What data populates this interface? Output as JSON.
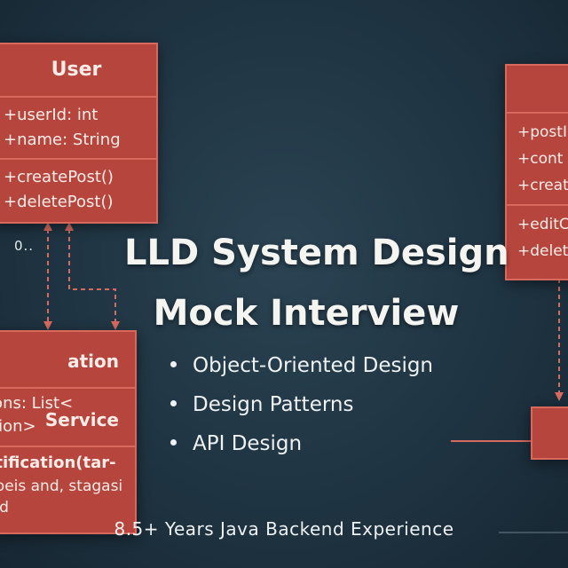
{
  "headline": {
    "line1": "LLD System Design",
    "line2": "Mock Interview"
  },
  "topics": [
    "Object-Oriented Design",
    "Design Patterns",
    "API Design"
  ],
  "footer": "8.5+ Years Java Backend Experience",
  "uml": {
    "user": {
      "name": "User",
      "attributes": [
        "+userId: int",
        "+name: String"
      ],
      "operations": [
        "+createPost()",
        "+deletePost()"
      ]
    },
    "multiplicity": "0..",
    "notification_service": {
      "name": "ation Service",
      "attributes": [
        "tions: List<",
        "ation>"
      ],
      "operations": [
        "otification(tar-",
        "poeis and, stagasi",
        "oid"
      ]
    },
    "post": {
      "attributes": [
        "+postI",
        "+cont",
        "+creat"
      ],
      "operations": [
        "+editC",
        "+delet"
      ]
    }
  },
  "colors": {
    "class_fill": "#b6463d",
    "class_border": "#d8685c",
    "background": "#1f3442",
    "connector": "#d76a5f"
  }
}
